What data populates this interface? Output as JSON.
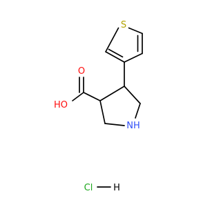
{
  "molecule": {
    "atoms": {
      "sulfur": "S",
      "oxygen_carbonyl": "O",
      "hydroxyl": "HO",
      "amine": "NH"
    },
    "salt": {
      "chloride": "Cl",
      "hydrogen": "H"
    }
  },
  "colors": {
    "bond": "#000000",
    "sulfur": "#b3a300",
    "oxygen": "#ff0d0d",
    "nitrogen": "#3050f8",
    "hcl": "#1ea81e"
  }
}
